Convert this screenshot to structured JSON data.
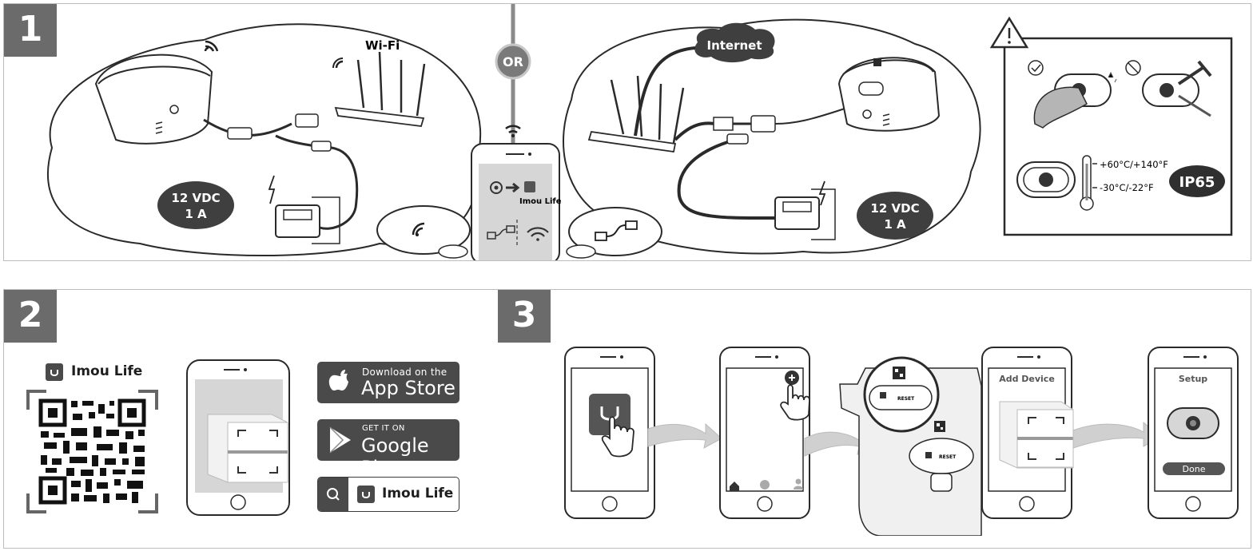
{
  "step1": {
    "number": "1",
    "wifi_label": "Wi-Fi",
    "or_label": "OR",
    "internet_label": "Internet",
    "power_left": {
      "line1": "12 VDC",
      "line2": "1 A"
    },
    "power_right": {
      "line1": "12 VDC",
      "line2": "1 A"
    },
    "phone_app_label": "Imou Life",
    "warning": {
      "temp_high": "+60°C/+140°F",
      "temp_low": "-30°C/-22°F",
      "ip_rating": "IP65"
    }
  },
  "step2": {
    "number": "2",
    "app_name": "Imou Life",
    "app_store": {
      "small": "Download on the",
      "big": "App Store"
    },
    "google_play": {
      "small": "GET IT ON",
      "big": "Google Play"
    },
    "search_label": "Imou Life"
  },
  "step3": {
    "number": "3",
    "reset_label_1": "RESET",
    "reset_label_2": "RESET",
    "add_device_title": "Add Device",
    "setup_title": "Setup",
    "done_button": "Done"
  },
  "colors": {
    "badge": "#6b6b6b",
    "dark": "#3a3a3a",
    "screen": "#d6d6d6",
    "accent_bg": "#e8e8e8"
  },
  "icons": [
    "wifi-icon",
    "lightning-icon",
    "apple-icon",
    "google-play-icon",
    "search-icon",
    "imou-logo-icon",
    "qr-code-icon",
    "warning-icon",
    "check-icon",
    "prohibited-icon",
    "thermometer-icon",
    "hand-pointer-icon",
    "plus-icon",
    "home-icon",
    "user-icon",
    "ethernet-icon",
    "arrow-icon"
  ]
}
